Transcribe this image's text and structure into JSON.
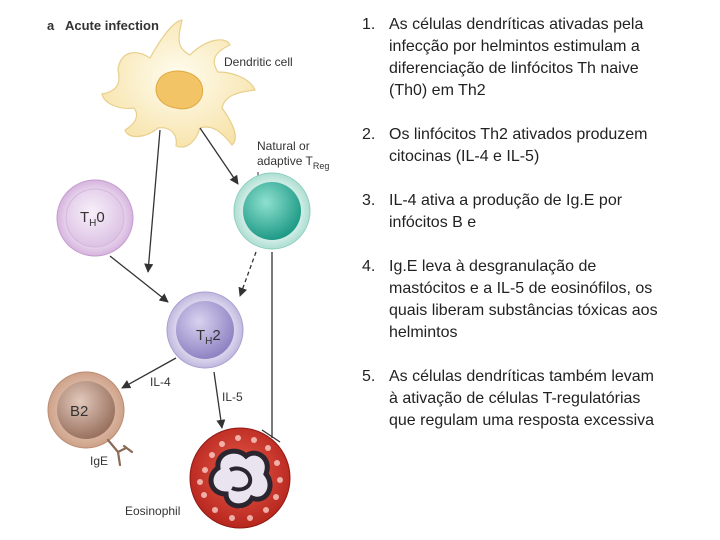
{
  "diagram": {
    "panel_letter": "a",
    "panel_title": "Acute infection",
    "dendritic_label": "Dendritic cell",
    "treg_label_line1": "Natural or",
    "treg_label_line2": "adaptive T",
    "treg_sub": "Reg",
    "th0_main": "T",
    "th0_sub": "H",
    "th0_num": "0",
    "th2_main": "T",
    "th2_sub": "H",
    "th2_num": "2",
    "il4_label": "IL-4",
    "il5_label": "IL-5",
    "b2_label": "B2",
    "ige_label": "IgE",
    "eosinophil_label": "Eosinophil"
  },
  "steps": [
    {
      "number": "1.",
      "lines": [
        "As células dendríticas ativadas pela",
        "infecção por helmintos estimulam a",
        "diferenciação de linfócitos Th naive",
        "(Th0) em Th2"
      ]
    },
    {
      "number": "2.",
      "lines": [
        "Os linfócitos Th2 ativados produzem",
        "citocinas (IL-4 e IL-5)"
      ]
    },
    {
      "number": "3.",
      "lines": [
        "IL-4  ativa a produção de Ig.E por",
        "infócitos B e"
      ]
    },
    {
      "number": "4.",
      "lines": [
        "Ig.E leva à desgranulação de",
        "mastócitos e a IL-5 de eosinófilos,  os",
        "quais liberam substâncias tóxicas aos",
        "helmintos"
      ]
    },
    {
      "number": "5.",
      "lines": [
        "As células dendríticas também levam",
        "à ativação de células T-regulatórias",
        "que regulam uma resposta excessiva"
      ]
    }
  ]
}
